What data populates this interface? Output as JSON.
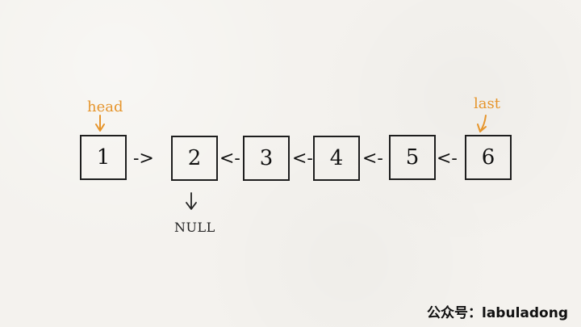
{
  "diagram": {
    "head_label": "head",
    "last_label": "last",
    "null_label": "NULL",
    "watermark": "公众号：labuladong",
    "nodes": [
      "1",
      "2",
      "3",
      "4",
      "5",
      "6"
    ],
    "links": [
      "->",
      "<-",
      "<-",
      "<-",
      "<-"
    ],
    "colors": {
      "accent": "#e6952c",
      "text": "#111111",
      "background": "#f4f2ee"
    }
  }
}
